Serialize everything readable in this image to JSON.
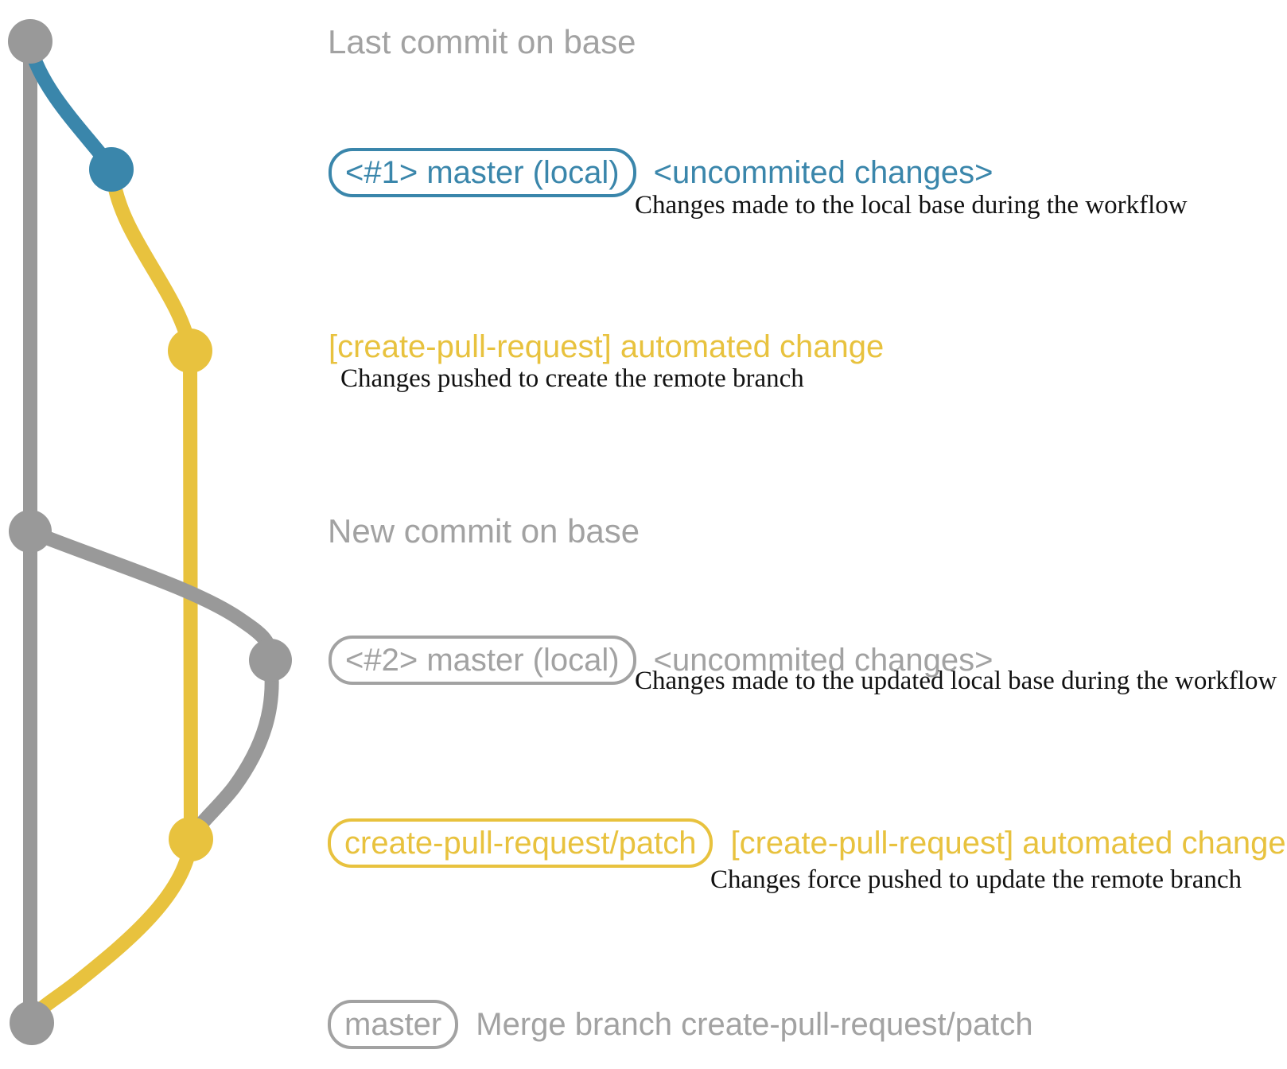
{
  "colors": {
    "gray": "#999999",
    "gray_text": "#a2a2a2",
    "blue": "#3a86ab",
    "yellow": "#e8c23e",
    "caption_text": "#111111"
  },
  "graph": {
    "branches": [
      {
        "name": "base",
        "color": "#999999"
      },
      {
        "name": "master-local",
        "color": "#3a86ab"
      },
      {
        "name": "create-pull-request/patch",
        "color": "#e8c23e"
      }
    ],
    "commits": [
      {
        "id": "last-commit-on-base",
        "color": "#999999"
      },
      {
        "id": "local-uncommitted-1",
        "color": "#3a86ab"
      },
      {
        "id": "patch-commit-1",
        "color": "#e8c23e"
      },
      {
        "id": "new-commit-on-base",
        "color": "#999999"
      },
      {
        "id": "local-uncommitted-2",
        "color": "#999999"
      },
      {
        "id": "patch-commit-2",
        "color": "#e8c23e"
      },
      {
        "id": "merge-commit",
        "color": "#999999"
      }
    ]
  },
  "annotations": {
    "heading_last": "Last commit on base",
    "heading_new": "New commit on base",
    "row1": {
      "badge": "<#1> master (local)",
      "side": "<uncommited changes>",
      "caption": "Changes made to the local base during the workflow"
    },
    "row2": {
      "side": "[create-pull-request] automated change",
      "caption": "Changes pushed to create the remote branch"
    },
    "row3": {
      "badge": "<#2> master (local)",
      "side": "<uncommited changes>",
      "caption": "Changes made to the updated local base during the workflow"
    },
    "row4": {
      "badge": "create-pull-request/patch",
      "side": "[create-pull-request] automated change",
      "caption": "Changes force pushed to update the remote branch"
    },
    "row5": {
      "badge": "master",
      "side": "Merge branch create-pull-request/patch"
    }
  }
}
